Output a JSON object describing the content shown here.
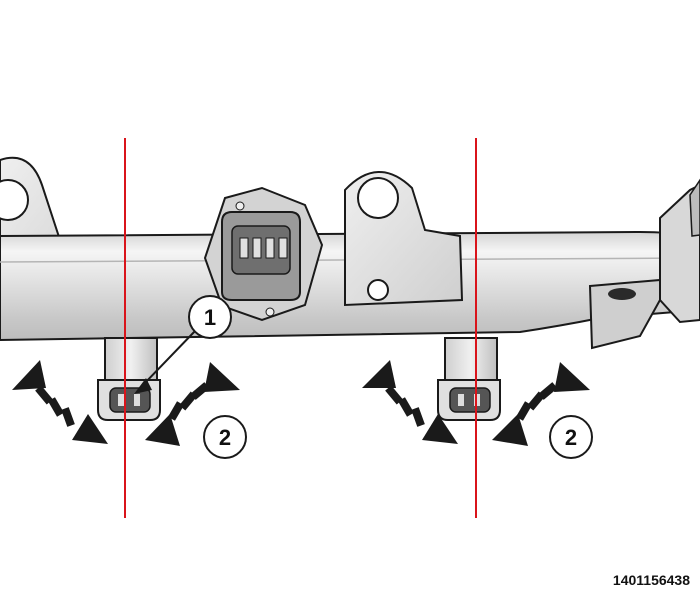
{
  "figure_id": "1401156438",
  "callouts": [
    {
      "label": "1"
    },
    {
      "label": "2"
    },
    {
      "label": "2"
    }
  ],
  "colors": {
    "cut_line": "#d9141b",
    "rail": "#e6e6e6",
    "outline": "#1a1a1a",
    "arrow": "#1a1a1a"
  }
}
